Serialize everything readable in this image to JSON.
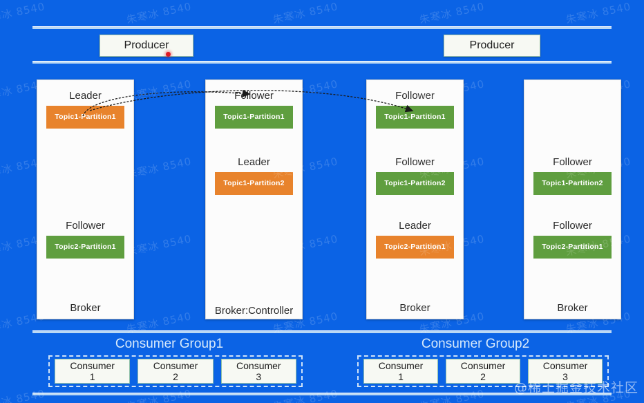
{
  "diagram": {
    "title": "Kafka cluster topology",
    "background_color": "#0B63E5",
    "leader_color": "#E8832C",
    "follower_color": "#5F9E3F"
  },
  "producers": [
    {
      "label": "Producer"
    },
    {
      "label": "Producer"
    }
  ],
  "brokers": [
    {
      "label": "Broker",
      "slots": [
        {
          "role": "Leader",
          "partition": "Topic1-Partition1",
          "kind": "leader"
        },
        {
          "role": "Follower",
          "partition": "Topic2-Partition1",
          "kind": "follower"
        }
      ]
    },
    {
      "label": "Broker:Controller",
      "slots": [
        {
          "role": "Follower",
          "partition": "Topic1-Partition1",
          "kind": "follower"
        },
        {
          "role": "Leader",
          "partition": "Topic1-Partition2",
          "kind": "leader"
        }
      ]
    },
    {
      "label": "Broker",
      "slots": [
        {
          "role": "Follower",
          "partition": "Topic1-Partition1",
          "kind": "follower"
        },
        {
          "role": "Follower",
          "partition": "Topic1-Partition2",
          "kind": "follower"
        },
        {
          "role": "Leader",
          "partition": "Topic2-Partition1",
          "kind": "leader"
        }
      ]
    },
    {
      "label": "Broker",
      "slots": [
        {
          "role": "Follower",
          "partition": "Topic1-Partition2",
          "kind": "follower"
        },
        {
          "role": "Follower",
          "partition": "Topic2-Partition1",
          "kind": "follower"
        }
      ]
    }
  ],
  "consumer_groups": [
    {
      "title": "Consumer Group1",
      "consumers": [
        {
          "name": "Consumer",
          "index": "1"
        },
        {
          "name": "Consumer",
          "index": "2"
        },
        {
          "name": "Consumer",
          "index": "3"
        }
      ]
    },
    {
      "title": "Consumer Group2",
      "consumers": [
        {
          "name": "Consumer",
          "index": "1"
        },
        {
          "name": "Consumer",
          "index": "2"
        },
        {
          "name": "Consumer",
          "index": "3"
        }
      ]
    }
  ],
  "watermarks": {
    "tile_text": "朱寒冰 8540",
    "brand": "@稀土掘金技术社区"
  }
}
